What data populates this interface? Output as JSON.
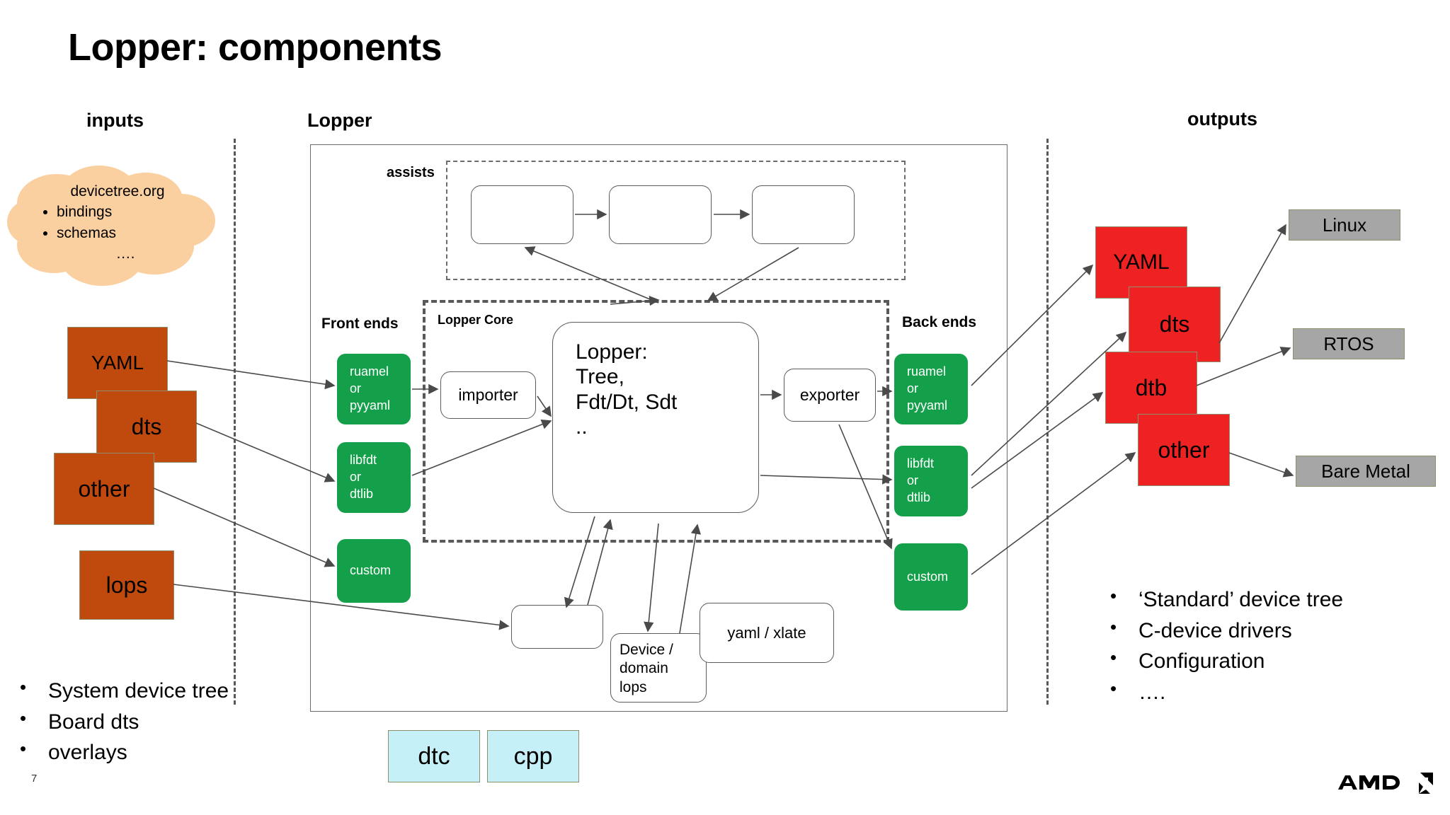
{
  "slide": {
    "title": "Lopper: components",
    "page_number": "7",
    "logo": "amd-logo"
  },
  "columns": {
    "inputs": "inputs",
    "lopper": "Lopper",
    "outputs": "outputs"
  },
  "cloud": {
    "title": "devicetree.org",
    "items": [
      "bindings",
      "schemas"
    ],
    "more": "…."
  },
  "inputs": {
    "boxes": [
      {
        "label": "YAML",
        "color": "#c0490d"
      },
      {
        "label": "dts",
        "color": "#c0490d"
      },
      {
        "label": "other",
        "color": "#c0490d"
      },
      {
        "label": "lops",
        "color": "#c0490d"
      }
    ],
    "bullets": [
      "System device tree",
      "Board dts",
      "overlays"
    ]
  },
  "lopper": {
    "assists_label": "assists",
    "assists_nodes": [
      "",
      "",
      ""
    ],
    "core_label": "Lopper Core",
    "front_ends_label": "Front ends",
    "back_ends_label": "Back ends",
    "front_ends": [
      {
        "line1": "ruamel",
        "line2": "or",
        "line3": "pyyaml"
      },
      {
        "line1": "libfdt",
        "line2": "or",
        "line3": "dtlib"
      },
      {
        "line1": "custom",
        "line2": "",
        "line3": ""
      }
    ],
    "back_ends": [
      {
        "line1": "ruamel",
        "line2": "or",
        "line3": "pyyaml"
      },
      {
        "line1": "libfdt",
        "line2": "or",
        "line3": "dtlib"
      },
      {
        "line1": "custom",
        "line2": "",
        "line3": ""
      }
    ],
    "importer": "importer",
    "exporter": "exporter",
    "core_node": [
      "Lopper:",
      "Tree,",
      "Fdt/Dt, Sdt",
      ".."
    ],
    "blank_node": "",
    "device_domain_lops": [
      "Device /",
      "domain",
      "lops"
    ],
    "yaml_xlate": "yaml / xlate",
    "tools": [
      {
        "label": "dtc",
        "color": "#c6f0f7"
      },
      {
        "label": "cpp",
        "color": "#c6f0f7"
      }
    ]
  },
  "outputs": {
    "boxes": [
      {
        "label": "YAML",
        "color": "#ee2222"
      },
      {
        "label": "dts",
        "color": "#ee2222"
      },
      {
        "label": "dtb",
        "color": "#ee2222"
      },
      {
        "label": "other",
        "color": "#ee2222"
      }
    ],
    "targets": [
      {
        "label": "Linux",
        "color": "#a6a6a6"
      },
      {
        "label": "RTOS",
        "color": "#a6a6a6"
      },
      {
        "label": "Bare Metal",
        "color": "#a6a6a6"
      }
    ],
    "bullets": [
      "‘Standard’ device tree",
      "C-device drivers",
      "Configuration",
      "…."
    ]
  },
  "colors": {
    "green": "#14a04a",
    "orange": "#c0490d",
    "red": "#ee2222",
    "gray": "#a6a6a6",
    "lightblue": "#c6f0f7",
    "cloud": "#fbd0a0",
    "line": "#5b5b5b"
  }
}
